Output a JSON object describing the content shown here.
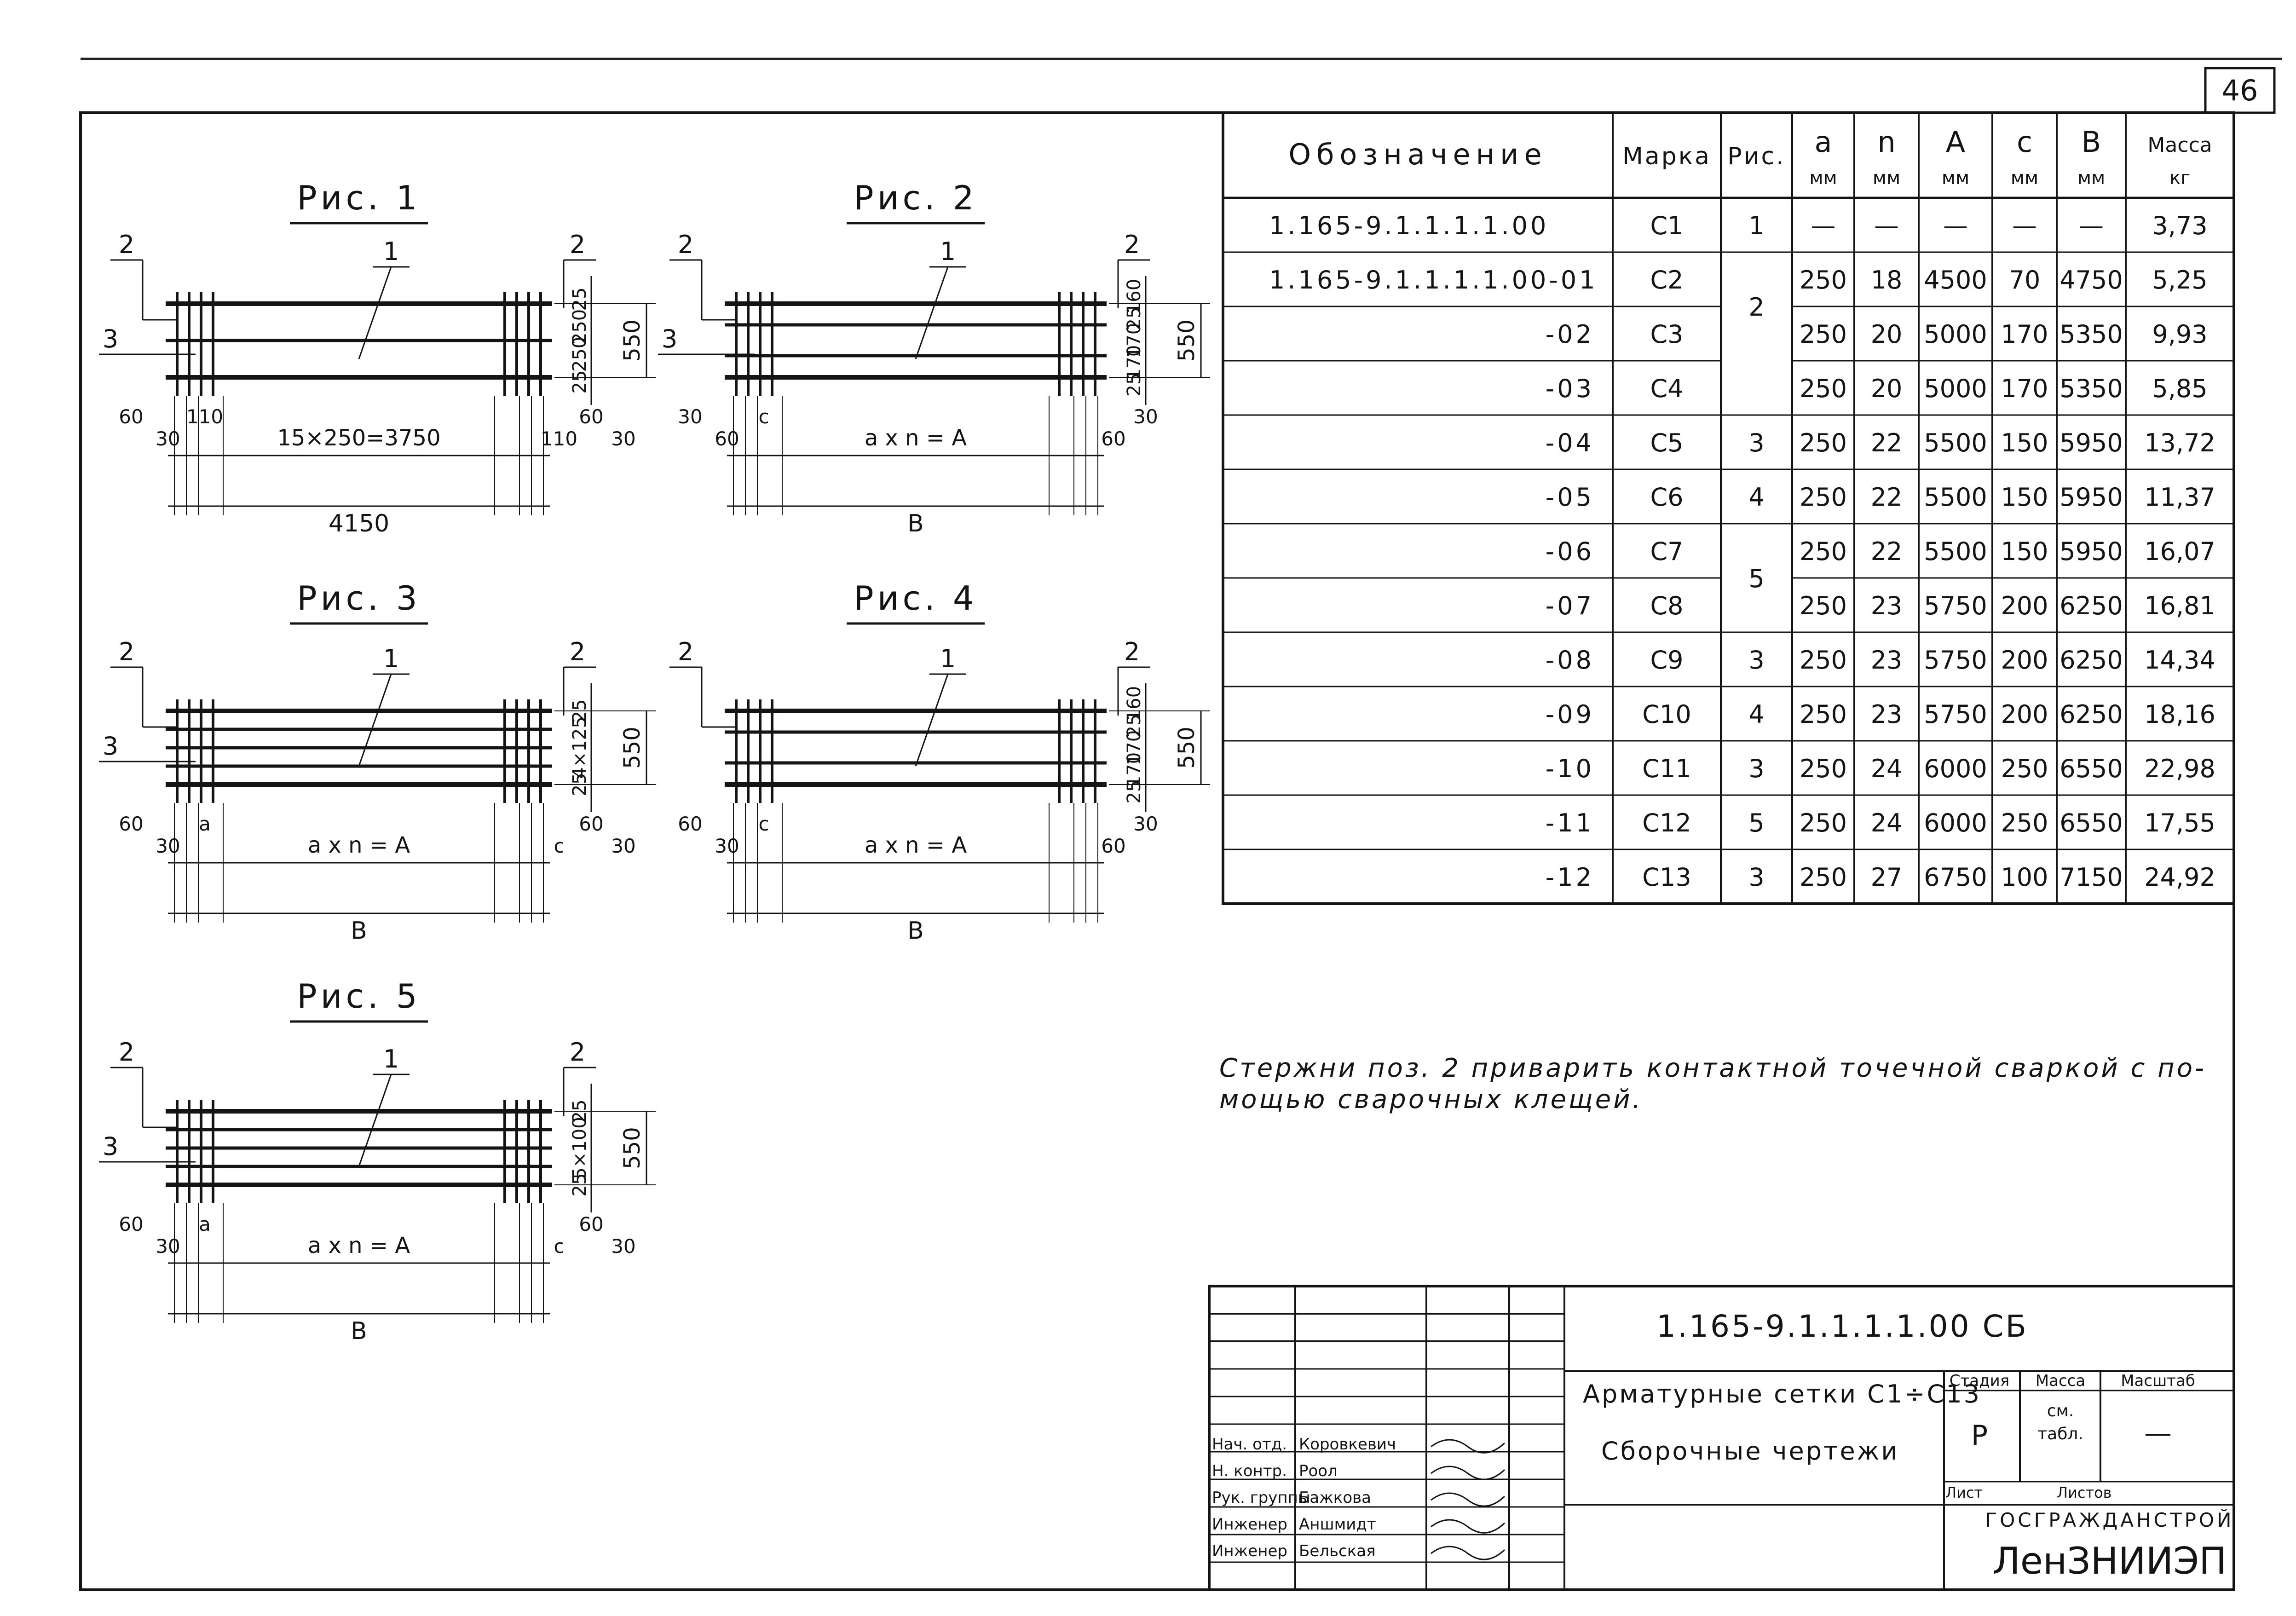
{
  "page_number": "46",
  "figures": [
    {
      "title": "Рис. 1",
      "pos_labels": [
        "1",
        "2",
        "2",
        "3"
      ],
      "dims_top": [
        "60",
        "30",
        "110",
        "15×250=3750",
        "110",
        "60",
        "30"
      ],
      "dims_side": [
        "25",
        "250",
        "250",
        "25",
        "550"
      ],
      "overall": "4150"
    },
    {
      "title": "Рис. 2",
      "pos_labels": [
        "1",
        "2",
        "2",
        "3"
      ],
      "dims_top": [
        "30",
        "60",
        "a x n = A",
        "c",
        "60",
        "30"
      ],
      "dims_side": [
        "160",
        "25",
        "170",
        "170",
        "25",
        "550"
      ],
      "overall": "B"
    },
    {
      "title": "Рис. 3",
      "pos_labels": [
        "1",
        "2",
        "2",
        "3"
      ],
      "dims_top": [
        "60",
        "30",
        "a",
        "a x n = A",
        "c",
        "60",
        "30"
      ],
      "dims_side": [
        "25",
        "4×125",
        "25",
        "550"
      ],
      "overall": "B"
    },
    {
      "title": "Рис. 4",
      "pos_labels": [
        "1",
        "2",
        "2"
      ],
      "dims_top": [
        "60",
        "30",
        "a x n = A",
        "c",
        "60",
        "30"
      ],
      "dims_side": [
        "160",
        "25",
        "170",
        "170",
        "25",
        "550"
      ],
      "overall": "B"
    },
    {
      "title": "Рис. 5",
      "pos_labels": [
        "1",
        "2",
        "2",
        "3"
      ],
      "dims_top": [
        "60",
        "30",
        "a",
        "a x n = A",
        "c",
        "60",
        "30"
      ],
      "dims_side": [
        "25",
        "5×100",
        "25",
        "550"
      ],
      "overall": "B"
    }
  ],
  "spec_table": {
    "headers": [
      {
        "main": "Обозначение",
        "unit": ""
      },
      {
        "main": "Марка",
        "unit": ""
      },
      {
        "main": "Рис.",
        "unit": ""
      },
      {
        "main": "a",
        "unit": "мм"
      },
      {
        "main": "n",
        "unit": "мм"
      },
      {
        "main": "A",
        "unit": "мм"
      },
      {
        "main": "c",
        "unit": "мм"
      },
      {
        "main": "B",
        "unit": "мм"
      },
      {
        "main": "Масса",
        "unit": "кг"
      }
    ],
    "rows": [
      {
        "designation": "1.165-9.1.1.1.1.00",
        "mark": "C1",
        "fig": "1",
        "a": "—",
        "n": "—",
        "A": "—",
        "c": "—",
        "B": "—",
        "mass": "3,73"
      },
      {
        "designation": "1.165-9.1.1.1.1.00-01",
        "mark": "C2",
        "fig": "",
        "a": "250",
        "n": "18",
        "A": "4500",
        "c": "70",
        "B": "4750",
        "mass": "5,25"
      },
      {
        "designation": "-02",
        "mark": "C3",
        "fig": "2",
        "a": "250",
        "n": "20",
        "A": "5000",
        "c": "170",
        "B": "5350",
        "mass": "9,93"
      },
      {
        "designation": "-03",
        "mark": "C4",
        "fig": "",
        "a": "250",
        "n": "20",
        "A": "5000",
        "c": "170",
        "B": "5350",
        "mass": "5,85"
      },
      {
        "designation": "-04",
        "mark": "C5",
        "fig": "3",
        "a": "250",
        "n": "22",
        "A": "5500",
        "c": "150",
        "B": "5950",
        "mass": "13,72"
      },
      {
        "designation": "-05",
        "mark": "C6",
        "fig": "4",
        "a": "250",
        "n": "22",
        "A": "5500",
        "c": "150",
        "B": "5950",
        "mass": "11,37"
      },
      {
        "designation": "-06",
        "mark": "C7",
        "fig": "",
        "a": "250",
        "n": "22",
        "A": "5500",
        "c": "150",
        "B": "5950",
        "mass": "16,07"
      },
      {
        "designation": "-07",
        "mark": "C8",
        "fig": "5",
        "a": "250",
        "n": "23",
        "A": "5750",
        "c": "200",
        "B": "6250",
        "mass": "16,81"
      },
      {
        "designation": "-08",
        "mark": "C9",
        "fig": "3",
        "a": "250",
        "n": "23",
        "A": "5750",
        "c": "200",
        "B": "6250",
        "mass": "14,34"
      },
      {
        "designation": "-09",
        "mark": "C10",
        "fig": "4",
        "a": "250",
        "n": "23",
        "A": "5750",
        "c": "200",
        "B": "6250",
        "mass": "18,16"
      },
      {
        "designation": "-10",
        "mark": "C11",
        "fig": "3",
        "a": "250",
        "n": "24",
        "A": "6000",
        "c": "250",
        "B": "6550",
        "mass": "22,98"
      },
      {
        "designation": "-11",
        "mark": "C12",
        "fig": "5",
        "a": "250",
        "n": "24",
        "A": "6000",
        "c": "250",
        "B": "6550",
        "mass": "17,55"
      },
      {
        "designation": "-12",
        "mark": "C13",
        "fig": "3",
        "a": "250",
        "n": "27",
        "A": "6750",
        "c": "100",
        "B": "7150",
        "mass": "24,92"
      }
    ]
  },
  "note": {
    "line1": "Стержни поз. 2 приварить контактной точечной сваркой с по-",
    "line2": "мощью сварочных клещей."
  },
  "title_block": {
    "doc_code": "1.165-9.1.1.1.1.00 СБ",
    "title_line1": "Арматурные сетки С1÷С13",
    "title_line2": "Сборочные чертежи",
    "stage_header": "Стадия",
    "mass_header": "Масса",
    "scale_header": "Масштаб",
    "stage": "Р",
    "mass_line1": "см.",
    "mass_line2": "табл.",
    "scale": "—",
    "sheet_label": "Лист",
    "sheets_label": "Листов",
    "org_line1": "ГОСГРАЖДАНСТРОЙ",
    "org_line2": "ЛенЗНИИЭП",
    "staff": [
      {
        "role": "Нач. отд.",
        "name": "Коровкевич"
      },
      {
        "role": "Н. контр.",
        "name": "Роол"
      },
      {
        "role": "Рук. группы",
        "name": "Бажкова"
      },
      {
        "role": "Инженер",
        "name": "Аншмидт"
      },
      {
        "role": "Инженер",
        "name": "Бельская"
      }
    ]
  }
}
